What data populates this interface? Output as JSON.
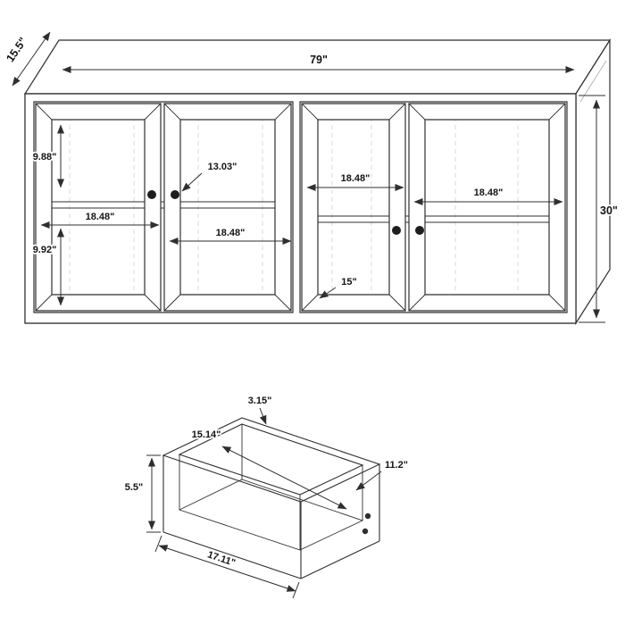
{
  "page": {
    "background": "#ffffff",
    "ink": "#2f2f2f"
  },
  "cabinet": {
    "name": "four-door-sideboard",
    "overall": {
      "width": "79\"",
      "depth": "15.5\"",
      "height": "30\""
    },
    "interior": {
      "upper_left_height": "9.88\"",
      "upper_shelf_depth": "13.03\"",
      "compartment_width_a": "18.48\"",
      "compartment_width_b": "18.48\"",
      "compartment_width_c": "18.48\"",
      "compartment_width_d": "18.48\"",
      "lower_left_height": "9.92\"",
      "lower_shelf_depth": "15\""
    }
  },
  "drawer": {
    "name": "storage-drawer",
    "wall_height": "3.15\"",
    "interior_width": "15.14\"",
    "interior_depth": "11.2\"",
    "front_height": "5.5\"",
    "front_width": "17.11\""
  }
}
